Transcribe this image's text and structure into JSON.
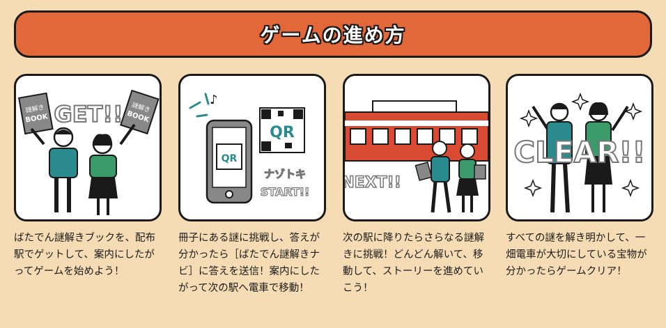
{
  "header": {
    "title": "ゲームの進め方"
  },
  "steps": [
    {
      "id": "get",
      "art": {
        "big": "GET!!",
        "book_left": [
          "謎解き",
          "BOOK"
        ],
        "book_right": [
          "謎解き",
          "BOOK"
        ]
      },
      "text": "ばたでん謎解きブックを、配布駅でゲットして、案内にしたがってゲームを始めよう！"
    },
    {
      "id": "start",
      "art": {
        "qr": "QR",
        "phone_qr": "QR",
        "caption1": "ナゾトキ",
        "caption2": "START!!"
      },
      "text": "冊子にある謎に挑戦し、答えが分かったら［ばたでん謎解きナビ］に答えを送信！案内にしたがって次の駅へ電車で移動！"
    },
    {
      "id": "next",
      "art": {
        "big": "NEXT!!"
      },
      "text": "次の駅に降りたらさらなる謎解きに挑戦！どんどん解いて、移動して、ストーリーを進めていこう！"
    },
    {
      "id": "clear",
      "art": {
        "big": "CLEAR!!"
      },
      "text": "すべての謎を解き明かして、一畑電車が大切にしている宝物が分かったらゲームクリア！"
    }
  ],
  "colors": {
    "background": "#f6dcb4",
    "banner": "#e2683a",
    "teal": "#2a8a8e",
    "green": "#3a9a6a",
    "red": "#d94a32"
  }
}
